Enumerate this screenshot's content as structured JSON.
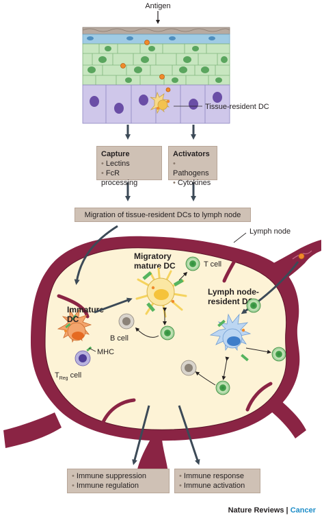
{
  "labels": {
    "antigen": "Antigen",
    "tissue_dc": "Tissue-resident DC",
    "lymph_node": "Lymph node",
    "migratory_line1": "Migratory",
    "migratory_line2": "mature DC",
    "t_cell": "T cell",
    "lnr_line1": "Lymph node-",
    "lnr_line2": "resident DC",
    "immature_line1": "Immature",
    "immature_line2": "DC",
    "b_cell": "B cell",
    "mhc": "MHC",
    "treg_t": "T",
    "treg_sub": "Reg",
    "treg_cell": " cell"
  },
  "boxes": {
    "capture": {
      "title": "Capture",
      "items": [
        "Lectins",
        "FcR processing"
      ]
    },
    "activators": {
      "title": "Activators",
      "items": [
        "Pathogens",
        "Cytokines"
      ]
    },
    "migration": "Migration of tissue-resident DCs to lymph node",
    "outcome_left": [
      "Immune suppression",
      "Immune regulation"
    ],
    "outcome_right": [
      "Immune response",
      "Immune activation"
    ]
  },
  "bullet": "•",
  "credit": {
    "journal": "Nature Reviews",
    "sep": " | ",
    "section": "Cancer"
  },
  "colors": {
    "node_fill": "#fdf3d6",
    "node_border": "#8a2444",
    "box_fill": "#cfc1b5",
    "arrow": "#3c4a57",
    "accent": "#1d8dc8"
  }
}
